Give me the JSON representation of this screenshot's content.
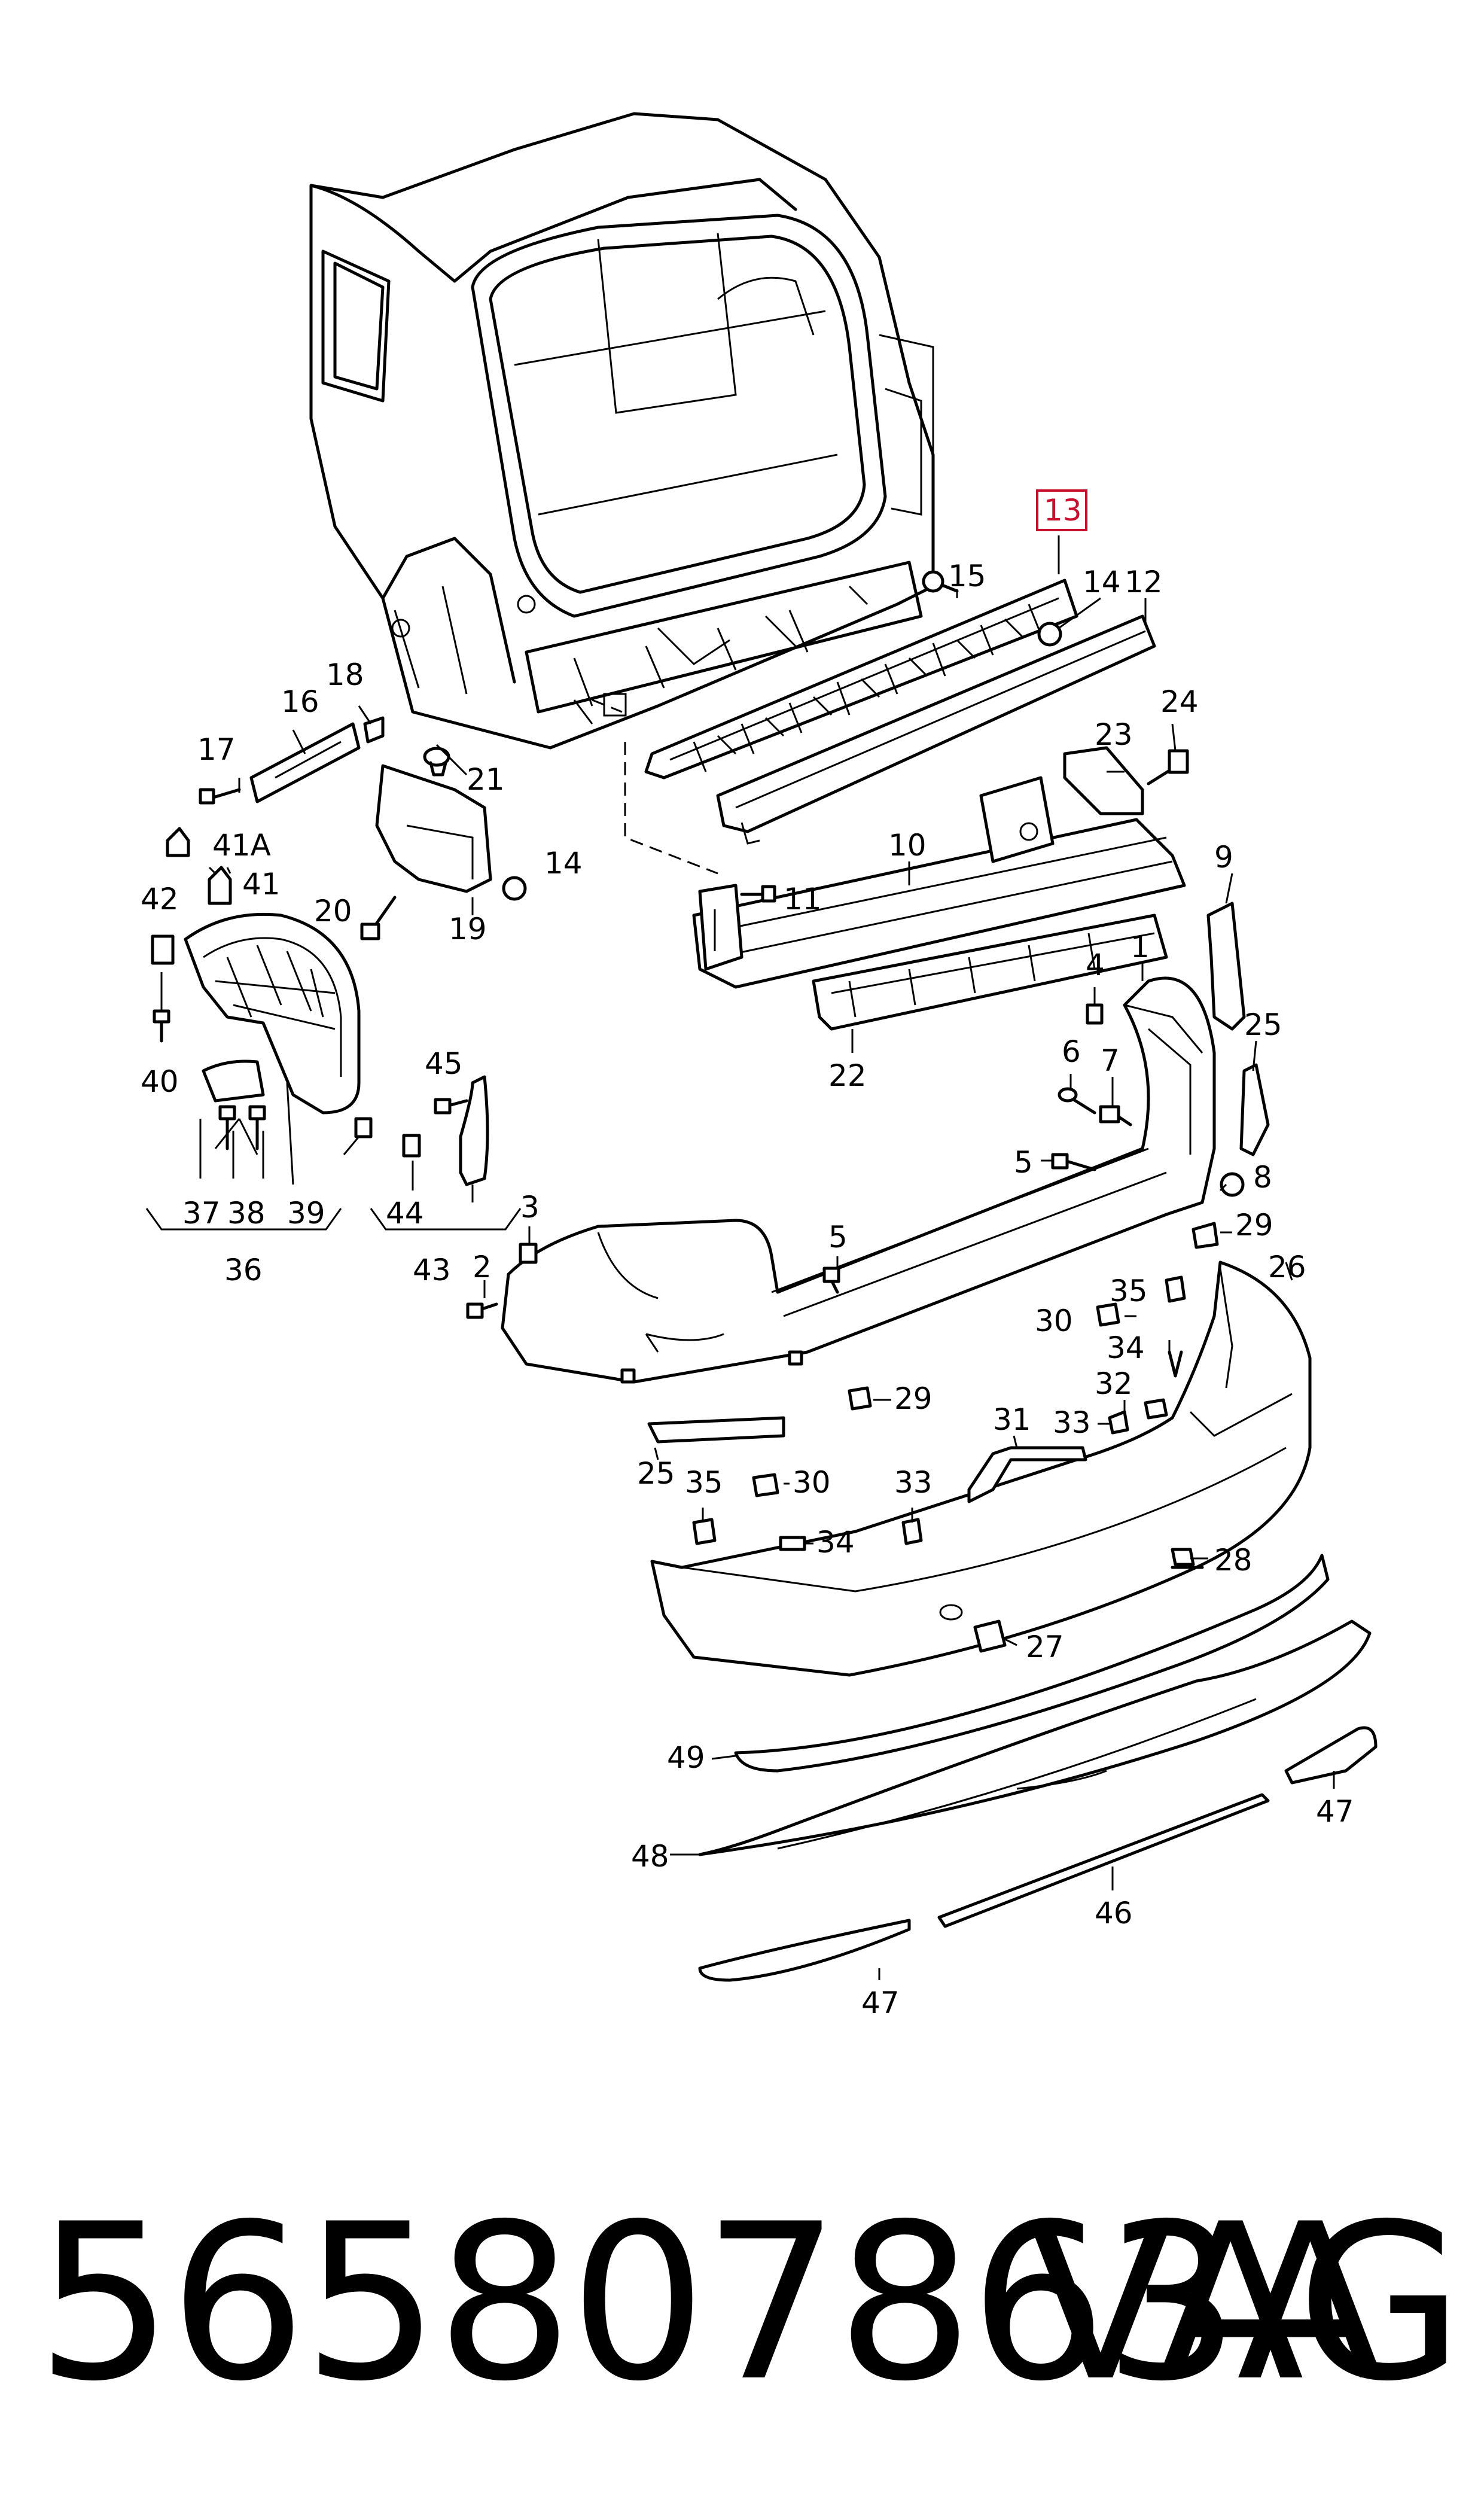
{
  "footer": {
    "part_number": "565807863A",
    "brand": "VAG"
  },
  "highlight_color": "#c8102e",
  "highlighted_callout": "13",
  "callouts": {
    "c1": "1",
    "c2": "2",
    "c3": "3",
    "c4": "4",
    "c5a": "5",
    "c5b": "5",
    "c6": "6",
    "c7": "7",
    "c8": "8",
    "c9": "9",
    "c10": "10",
    "c11": "11",
    "c12": "12",
    "c13": "13",
    "c14a": "14",
    "c14b": "14",
    "c15": "15",
    "c16": "16",
    "c17": "17",
    "c18": "18",
    "c19": "19",
    "c20": "20",
    "c21": "21",
    "c22": "22",
    "c23": "23",
    "c24": "24",
    "c25a": "25",
    "c25b": "25",
    "c26": "26",
    "c27": "27",
    "c28": "28",
    "c29a": "29",
    "c29b": "29",
    "c30a": "30",
    "c30b": "30",
    "c31": "31",
    "c32": "32",
    "c33a": "33",
    "c33b": "33",
    "c34a": "34",
    "c34b": "34",
    "c35a": "35",
    "c35b": "35",
    "c36": "36",
    "c37": "37",
    "c38": "38",
    "c39": "39",
    "c40": "40",
    "c41": "41",
    "c41a": "41A",
    "c42": "42",
    "c43": "43",
    "c44": "44",
    "c45": "45",
    "c46": "46",
    "c47a": "47",
    "c47b": "47",
    "c48": "48",
    "c49": "49"
  }
}
